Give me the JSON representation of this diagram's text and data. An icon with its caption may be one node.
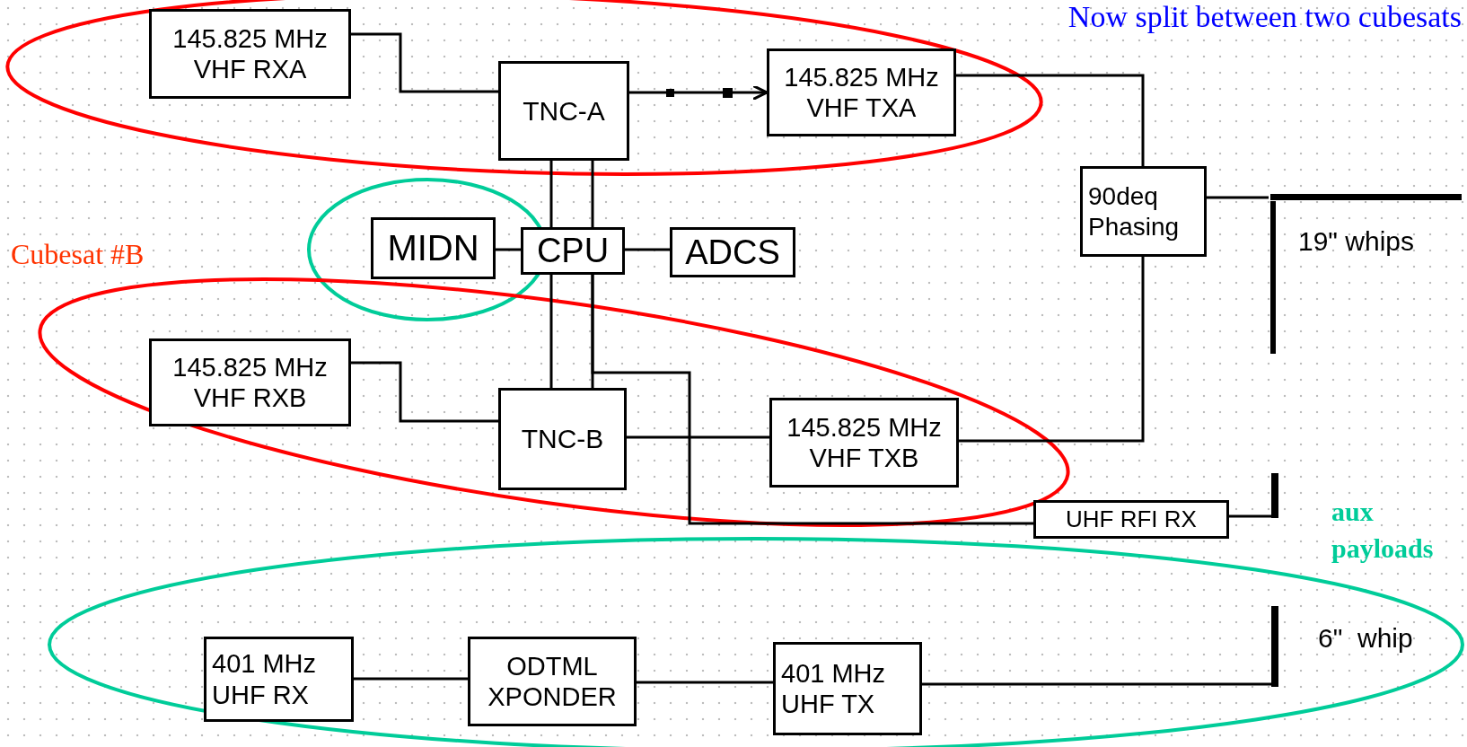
{
  "diagram": {
    "title": "Now split between two cubesats",
    "nodes": [
      {
        "text": [
          "145.825 MHz",
          "VHF RXA"
        ]
      },
      {
        "text": [
          "TNC-A"
        ]
      },
      {
        "text": [
          "145.825 MHz",
          "VHF TXA"
        ]
      },
      {
        "text": [
          "90deq",
          "Phasing"
        ]
      },
      {
        "text": [
          "MIDN"
        ]
      },
      {
        "text": [
          "CPU"
        ]
      },
      {
        "text": [
          "ADCS"
        ]
      },
      {
        "text": [
          "145.825 MHz",
          "VHF RXB"
        ]
      },
      {
        "text": [
          "TNC-B"
        ]
      },
      {
        "text": [
          "145.825 MHz",
          "VHF TXB"
        ]
      },
      {
        "text": [
          "UHF RFI RX"
        ]
      },
      {
        "text": [
          "401 MHz",
          "UHF RX"
        ]
      },
      {
        "text": [
          "ODTML",
          "XPONDER"
        ]
      },
      {
        "text": [
          "401 MHz",
          "UHF TX"
        ]
      },
      {
        "text": [],
        "shape": "bar",
        "beside": [
          "19\" whips"
        ]
      },
      {
        "text": [],
        "shape": "bar"
      },
      {
        "text": [],
        "shape": "bar",
        "beside": [
          "6\"  whip"
        ]
      }
    ],
    "edges": [
      {
        "from": 0,
        "to": 1,
        "arrow": "none"
      },
      {
        "from": 1,
        "to": 2,
        "arrow": "to"
      },
      {
        "from": 2,
        "to": 3,
        "arrow": "none"
      },
      {
        "from": 3,
        "to": 14,
        "arrow": "none"
      },
      {
        "from": 4,
        "to": 5,
        "arrow": "none"
      },
      {
        "from": 5,
        "to": 6,
        "arrow": "none"
      },
      {
        "from": 1,
        "to": 5,
        "arrow": "none"
      },
      {
        "from": 1,
        "to": 5,
        "arrow": "none"
      },
      {
        "from": 5,
        "to": 8,
        "arrow": "none"
      },
      {
        "from": 5,
        "to": 8,
        "arrow": "none"
      },
      {
        "from": 5,
        "to": 10,
        "arrow": "none"
      },
      {
        "from": 7,
        "to": 8,
        "arrow": "none"
      },
      {
        "from": 8,
        "to": 9,
        "arrow": "none"
      },
      {
        "from": 9,
        "to": 3,
        "arrow": "none"
      },
      {
        "from": 10,
        "to": 15,
        "arrow": "none"
      },
      {
        "from": 11,
        "to": 12,
        "arrow": "none"
      },
      {
        "from": 12,
        "to": 13,
        "arrow": "none"
      },
      {
        "from": 13,
        "to": 16,
        "arrow": "none"
      }
    ],
    "labels": [
      "Cubesat #B",
      "aux payloads"
    ]
  }
}
